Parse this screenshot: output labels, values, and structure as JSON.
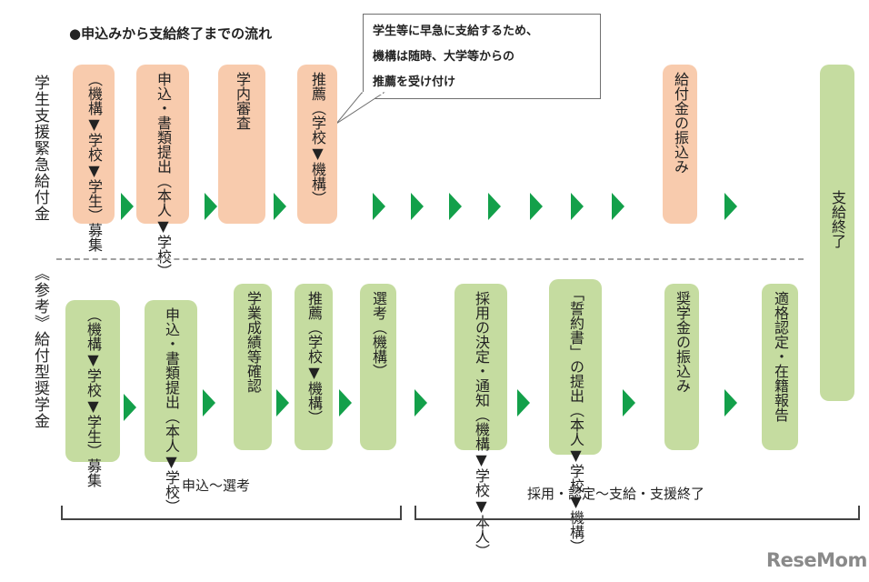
{
  "title": "●申込みから支給終了までの流れ",
  "callout": {
    "lines": [
      "学生等に早急に支給するため、",
      "機構は随時、大学等からの",
      "推薦を受け付け"
    ]
  },
  "rows": {
    "emergency": {
      "label": "学生支援緊急給付金",
      "color": "#f8cbad",
      "steps": [
        "（機構▼学校▼学生）募集",
        "申込・書類提出（本人▼学校）",
        "学内審査",
        "推薦（学校▼機構）",
        "給付金の振込み"
      ]
    },
    "scholarship": {
      "label": "《参考》給付型奨学金",
      "color": "#c5dca0",
      "steps": [
        "（機構▼学校▼学生）募集",
        "申込・書類提出（本人▼学校）",
        "学業成績等確認",
        "推薦（学校▼機構）",
        "選考（機構）",
        "採用の決定・通知（機構▼学校▼本人）",
        "「誓約書」の提出（本人▼学校▼機構）",
        "奨学金の振込み",
        "適格認定・在籍報告"
      ]
    }
  },
  "end_box": "支給終了",
  "phases": {
    "left": "申込～選考",
    "right": "採用・認定～支給・支援終了"
  },
  "arrow_color": "#13a04a",
  "logo": "ReseMom"
}
